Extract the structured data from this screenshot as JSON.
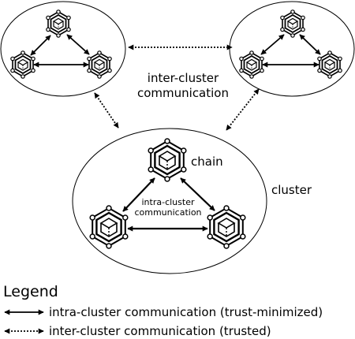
{
  "labels": {
    "inter_cluster_line1": "inter-cluster",
    "inter_cluster_line2": "communication",
    "chain": "chain",
    "cluster": "cluster",
    "intra_cluster_line1": "intra-cluster",
    "intra_cluster_line2": "communication"
  },
  "legend": {
    "title": "Legend",
    "items": [
      {
        "style": "solid",
        "label": "intra-cluster communication (trust-minimized)"
      },
      {
        "style": "dotted",
        "label": "inter-cluster communication (trusted)"
      }
    ]
  },
  "colors": {
    "stroke": "#000000",
    "background": "#ffffff"
  },
  "icons": {
    "chain_node": "hexagon-cube-icon"
  }
}
